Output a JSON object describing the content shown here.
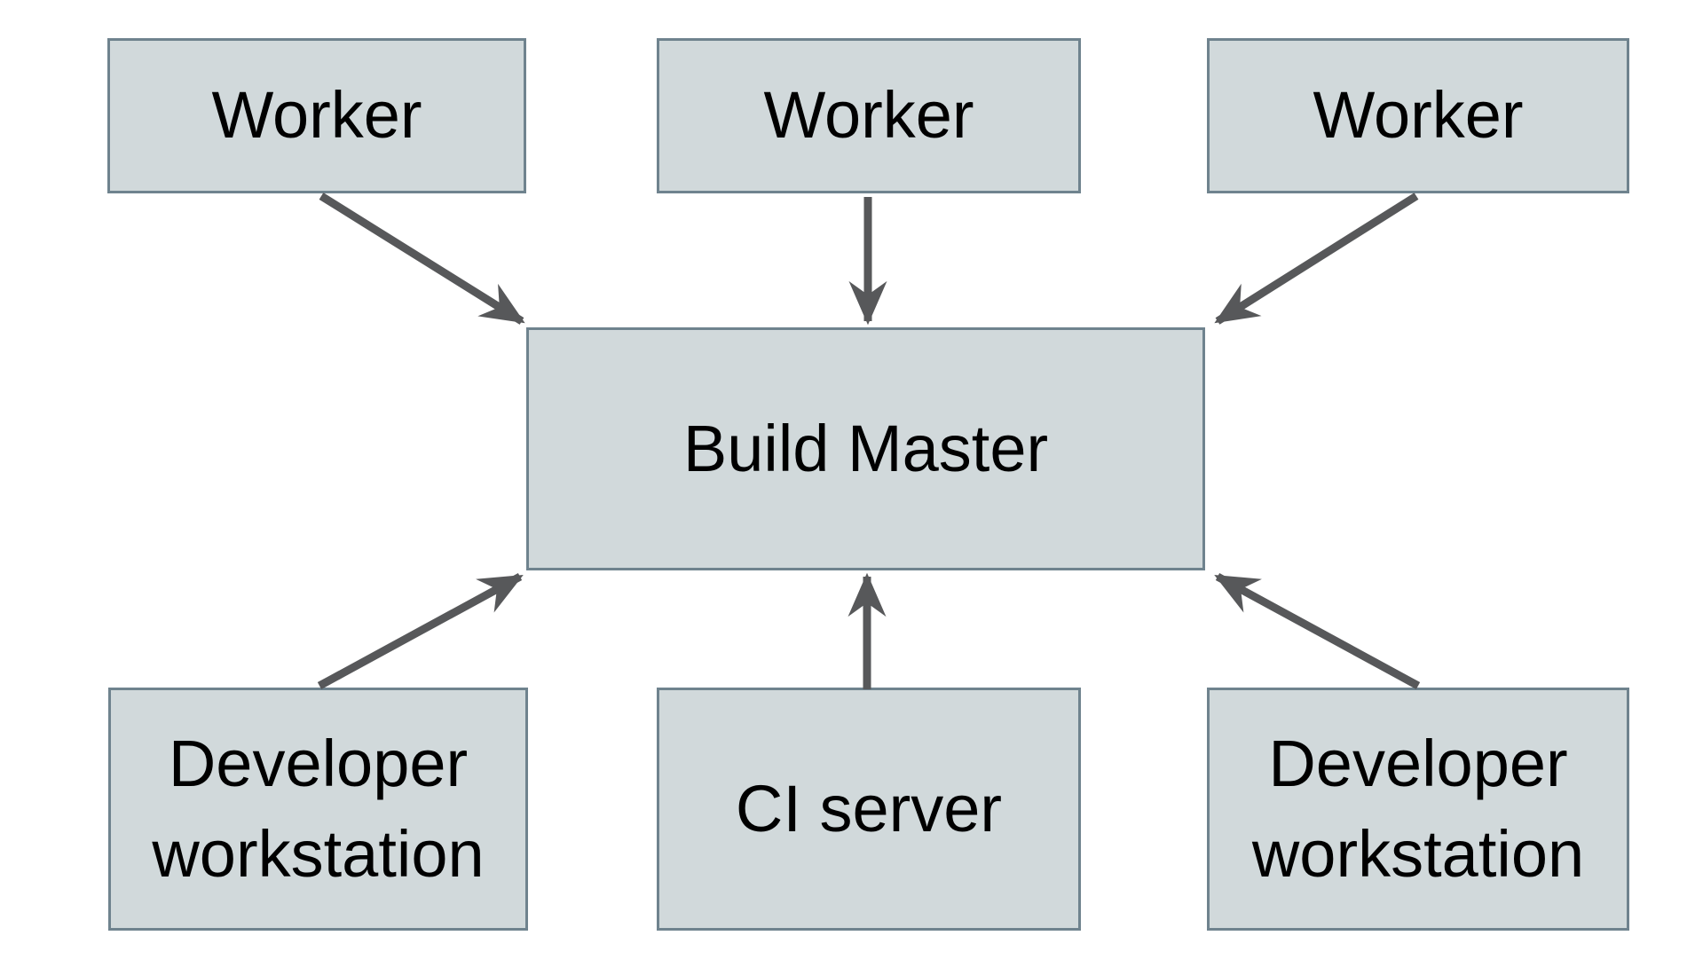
{
  "diagram": {
    "type": "architecture-diagram",
    "nodes": {
      "worker_1": {
        "label": "Worker"
      },
      "worker_2": {
        "label": "Worker"
      },
      "worker_3": {
        "label": "Worker"
      },
      "build_master": {
        "label": "Build Master"
      },
      "developer_workstation_left": {
        "label": "Developer workstation"
      },
      "ci_server": {
        "label": "CI server"
      },
      "developer_workstation_right": {
        "label": "Developer workstation"
      }
    },
    "edges": [
      {
        "from": "worker_1",
        "to": "build_master"
      },
      {
        "from": "worker_2",
        "to": "build_master"
      },
      {
        "from": "worker_3",
        "to": "build_master"
      },
      {
        "from": "developer_workstation_left",
        "to": "build_master"
      },
      {
        "from": "ci_server",
        "to": "build_master"
      },
      {
        "from": "developer_workstation_right",
        "to": "build_master"
      }
    ],
    "colors": {
      "background": "#ffffff",
      "node_fill": "#d1d9db",
      "node_border": "#6f838e",
      "arrow": "#57585a",
      "text": "#000000"
    }
  }
}
